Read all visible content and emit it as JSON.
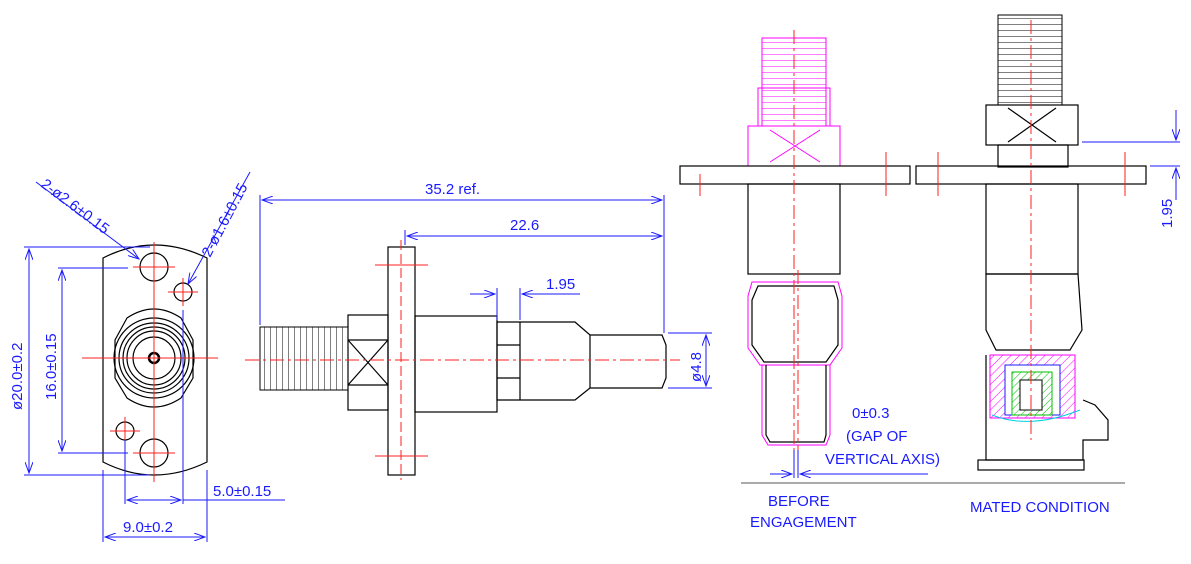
{
  "front_view": {
    "hole_large_callout": "2-ø2.6±0.15",
    "hole_small_callout": "2-ø1.6±0.15",
    "height_dim": "ø20.0±0.2",
    "hole_pitch_dim": "16.0±0.15",
    "offset_dim": "5.0±0.15",
    "width_dim": "9.0±0.2"
  },
  "side_view": {
    "overall_length_dim": "35.2 ref.",
    "body_length_dim": "22.6",
    "step_dim": "1.95",
    "tip_diameter_dim": "ø4.8"
  },
  "before_engagement": {
    "tolerance_note_line1": "0±0.3",
    "tolerance_note_line2": "(GAP OF",
    "tolerance_note_line3": "VERTICAL AXIS)",
    "caption_line1": "BEFORE",
    "caption_line2": "ENGAGEMENT"
  },
  "mated": {
    "gap_dim": "1.95",
    "caption": "MATED CONDITION"
  }
}
